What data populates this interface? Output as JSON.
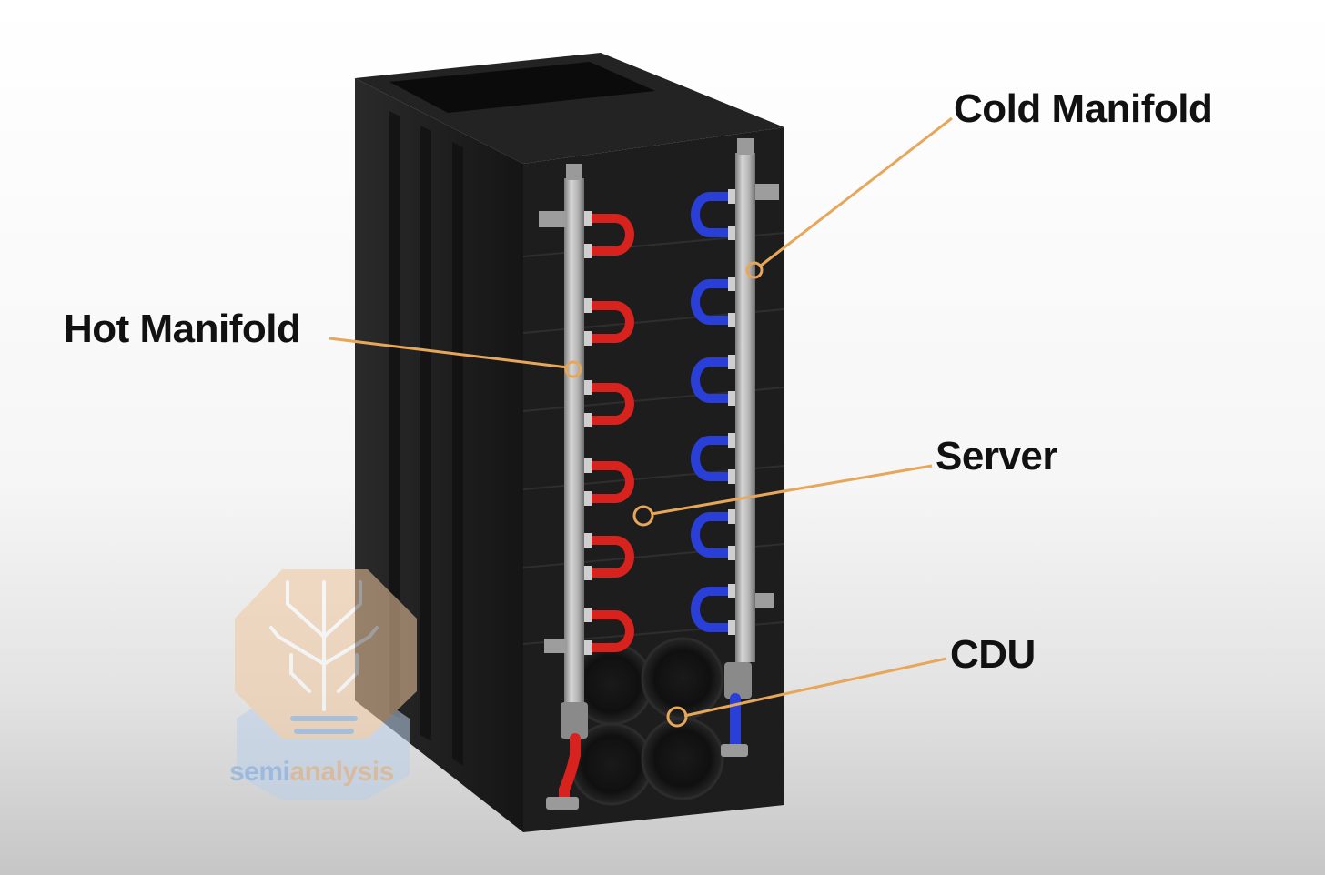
{
  "labels": {
    "cold_manifold": "Cold Manifold",
    "hot_manifold": "Hot Manifold",
    "server": "Server",
    "cdu": "CDU"
  },
  "watermark": {
    "part1": "semi",
    "part2": "analysis"
  },
  "colors": {
    "leader_line": "#e6a75a",
    "hot_loop": "#d8221e",
    "cold_loop": "#2a3fd8",
    "rack": "#1b1b1b",
    "manifold": "#b9b9b9"
  }
}
